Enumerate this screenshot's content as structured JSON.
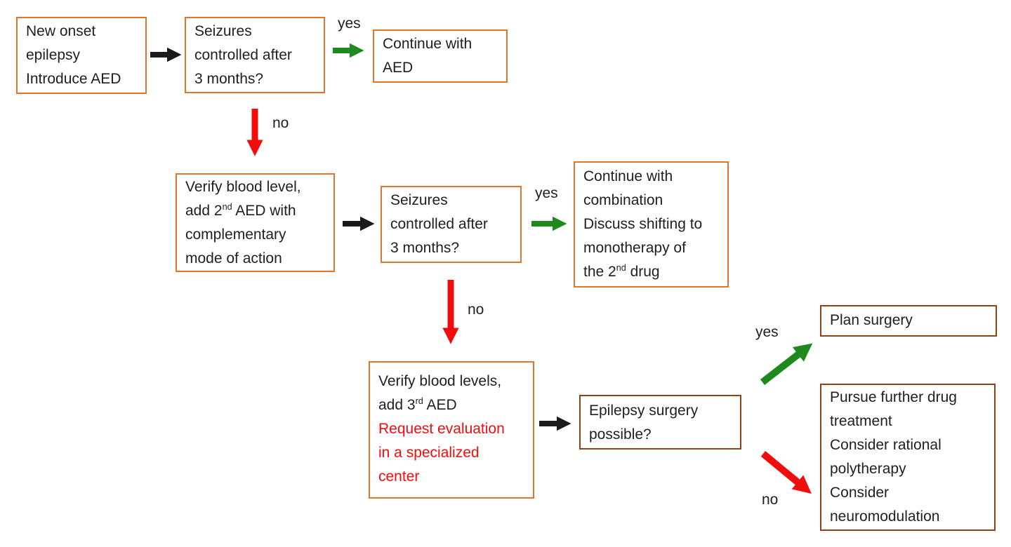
{
  "colors": {
    "background": "#ffffff",
    "box_fill": "#ffffff",
    "box_border_primary": "#e0762e",
    "box_border_secondary": "#8a4418",
    "text": "#1f1f1f",
    "text_alert": "#f20d0d",
    "arrow_black": "#1a1a1a",
    "arrow_green": "#1e8a1e",
    "arrow_red": "#f20d0d"
  },
  "nodes": [
    {
      "id": "new-onset",
      "lines": [
        [
          {
            "t": "New onset"
          }
        ],
        [
          {
            "t": "epilepsy"
          }
        ],
        [
          {
            "t": "Introduce AED"
          }
        ]
      ]
    },
    {
      "id": "seizures-controlled-1",
      "lines": [
        [
          {
            "t": "Seizures"
          }
        ],
        [
          {
            "t": "controlled after"
          }
        ],
        [
          {
            "t": "3 months?"
          }
        ]
      ]
    },
    {
      "id": "continue-aed",
      "lines": [
        [
          {
            "t": "Continue with"
          }
        ],
        [
          {
            "t": "AED"
          }
        ]
      ]
    },
    {
      "id": "verify-add-2nd",
      "lines": [
        [
          {
            "t": "Verify blood level,"
          }
        ],
        [
          {
            "t": "add 2"
          },
          {
            "t": "nd",
            "sup": true
          },
          {
            "t": " AED with"
          }
        ],
        [
          {
            "t": "complementary"
          }
        ],
        [
          {
            "t": "mode of action"
          }
        ]
      ]
    },
    {
      "id": "seizures-controlled-2",
      "lines": [
        [
          {
            "t": "Seizures"
          }
        ],
        [
          {
            "t": "controlled after"
          }
        ],
        [
          {
            "t": "3 months?"
          }
        ]
      ]
    },
    {
      "id": "continue-combination",
      "lines": [
        [
          {
            "t": "Continue with"
          }
        ],
        [
          {
            "t": "combination"
          }
        ],
        [
          {
            "t": "Discuss shifting to"
          }
        ],
        [
          {
            "t": "monotherapy of"
          }
        ],
        [
          {
            "t": "the 2"
          },
          {
            "t": "nd",
            "sup": true
          },
          {
            "t": " drug"
          }
        ]
      ]
    },
    {
      "id": "verify-add-3rd",
      "lines": [
        [
          {
            "t": "Verify blood levels,"
          }
        ],
        [
          {
            "t": "add 3"
          },
          {
            "t": "rd",
            "sup": true
          },
          {
            "t": " AED"
          }
        ],
        [
          {
            "t": "Request evaluation",
            "red": true
          }
        ],
        [
          {
            "t": "in a specialized",
            "red": true
          }
        ],
        [
          {
            "t": "center",
            "red": true
          }
        ]
      ]
    },
    {
      "id": "surgery-possible",
      "lines": [
        [
          {
            "t": "Epilepsy surgery"
          }
        ],
        [
          {
            "t": "possible?"
          }
        ]
      ]
    },
    {
      "id": "plan-surgery",
      "lines": [
        [
          {
            "t": "Plan surgery"
          }
        ]
      ]
    },
    {
      "id": "pursue-further",
      "lines": [
        [
          {
            "t": "Pursue further drug"
          }
        ],
        [
          {
            "t": "treatment"
          }
        ],
        [
          {
            "t": "Consider rational"
          }
        ],
        [
          {
            "t": "polytherapy"
          }
        ],
        [
          {
            "t": "Consider"
          }
        ],
        [
          {
            "t": "neuromodulation"
          }
        ]
      ]
    }
  ],
  "edges": [
    {
      "from": "new-onset",
      "to": "seizures-controlled-1",
      "label": "",
      "color": "black"
    },
    {
      "from": "seizures-controlled-1",
      "to": "continue-aed",
      "label": "yes",
      "color": "green"
    },
    {
      "from": "seizures-controlled-1",
      "to": "verify-add-2nd",
      "label": "no",
      "color": "red"
    },
    {
      "from": "verify-add-2nd",
      "to": "seizures-controlled-2",
      "label": "",
      "color": "black"
    },
    {
      "from": "seizures-controlled-2",
      "to": "continue-combination",
      "label": "yes",
      "color": "green"
    },
    {
      "from": "seizures-controlled-2",
      "to": "verify-add-3rd",
      "label": "no",
      "color": "red"
    },
    {
      "from": "verify-add-3rd",
      "to": "surgery-possible",
      "label": "",
      "color": "black"
    },
    {
      "from": "surgery-possible",
      "to": "plan-surgery",
      "label": "yes",
      "color": "green"
    },
    {
      "from": "surgery-possible",
      "to": "pursue-further",
      "label": "no",
      "color": "red"
    }
  ]
}
